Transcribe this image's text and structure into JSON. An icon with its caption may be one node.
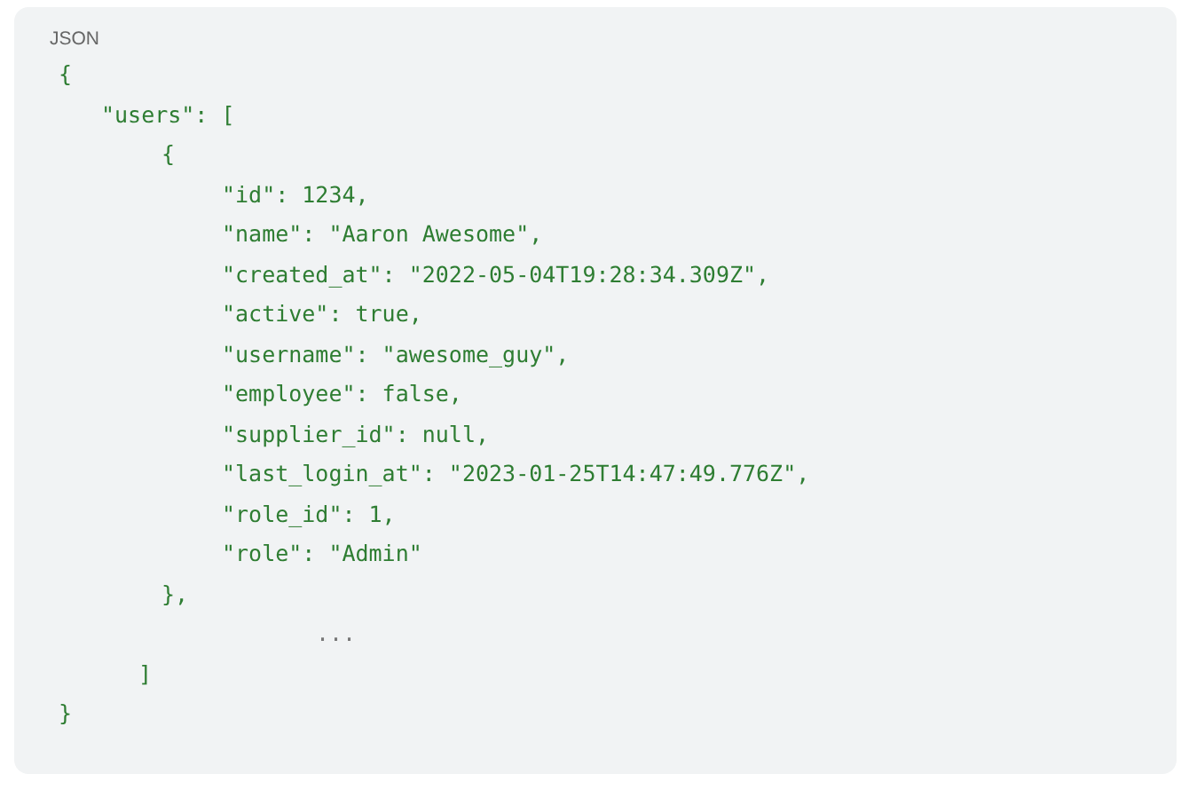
{
  "diagram": {
    "labels": [
      "JSON",
      "{",
      "\"users\": [",
      "{",
      "\"id\": 1234,",
      "\"name\": \"Aaron Awesome\",",
      "\"created_at\": \"2022-05-04T19:28:34.309Z\",",
      "\"active\": true,",
      "\"username\": \"awesome_guy\",",
      "\"employee\": false,",
      "\"supplier_id\": null,",
      "\"last_login_at\": \"2023-01-25T14:47:49.776Z\",",
      "\"role_id\": 1,",
      "\"role\": \"Admin\"",
      "},",
      "...",
      "]",
      "}"
    ]
  }
}
